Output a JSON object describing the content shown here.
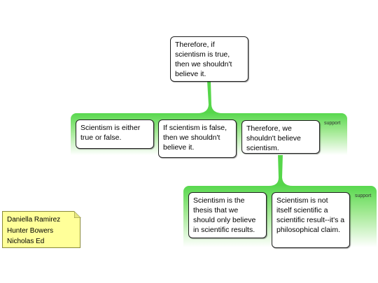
{
  "root": {
    "text": "Therefore, if scientism is true, then we shouldn't believe it."
  },
  "group1": {
    "label": "support",
    "premises": [
      {
        "text": "Scientism is either true or false."
      },
      {
        "text": "If scientism is false, then we shouldn't believe it."
      },
      {
        "text": "Therefore, we shouldn't believe scientism."
      }
    ]
  },
  "group2": {
    "label": "support",
    "premises": [
      {
        "text": "Scientism is the thesis that we should only believe in scientific results."
      },
      {
        "text": "Scientism is not itself scientific a scientific result--it's a philosophical claim."
      }
    ]
  },
  "authors_note": {
    "names": [
      "Daniella Ramirez",
      "Hunter Bowers",
      "Nicholas Ed"
    ]
  },
  "colors": {
    "connector": "#56d64a",
    "band_top": "#58d84e",
    "note_fill": "#ffff99"
  }
}
